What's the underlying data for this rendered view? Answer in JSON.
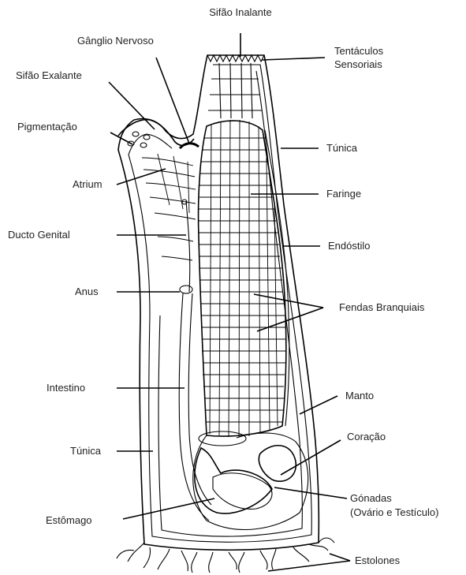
{
  "diagram": {
    "labels": {
      "sifao_inalante": "Sifão Inalante",
      "ganglio_nervoso": "Gânglio Nervoso",
      "tentaculos_line1": "Tentáculos",
      "tentaculos_line2": "Sensoriais",
      "sifao_exalante": "Sifão Exalante",
      "pigmentacao": "Pigmentação",
      "tunica_right": "Túnica",
      "atrium": "Atrium",
      "faringe": "Faringe",
      "ducto_genital": "Ducto Genital",
      "endostilo": "Endóstilo",
      "anus": "Anus",
      "fendas_branquiais": "Fendas Branquiais",
      "intestino": "Intestino",
      "manto": "Manto",
      "coracao": "Coração",
      "tunica_left": "Túnica",
      "gonadas_line1": "Gónadas",
      "gonadas_line2": "(Ovário e Testículo)",
      "estomago": "Estômago",
      "estolones": "Estolones"
    },
    "colors": {
      "line": "#000000",
      "text": "#222222",
      "background": "#ffffff"
    }
  }
}
